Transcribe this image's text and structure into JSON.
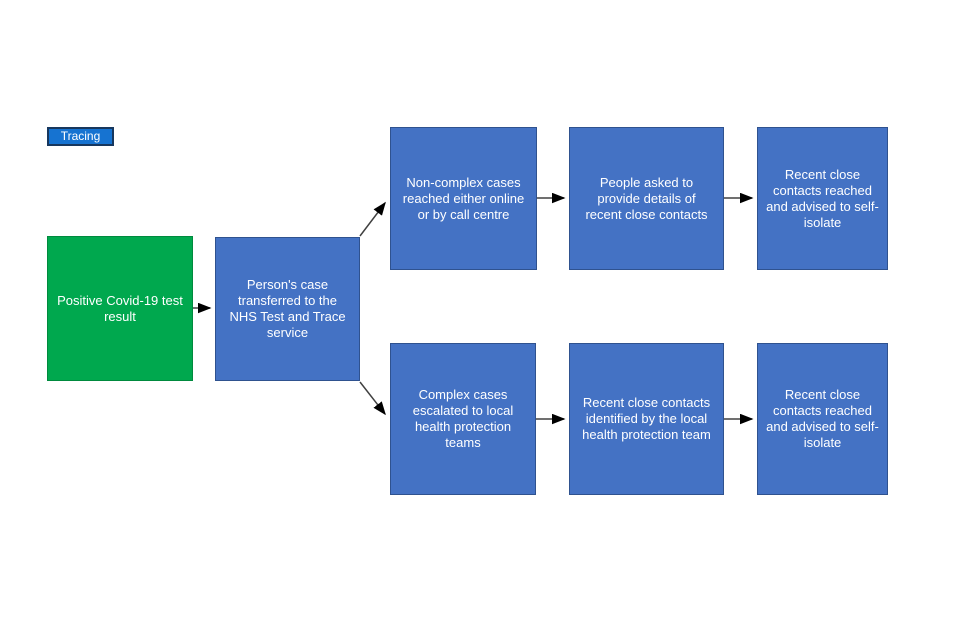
{
  "diagram": {
    "title_tag": {
      "text": "Tracing"
    },
    "colors": {
      "label_fill": "#1673d1",
      "label_border": "#17375e",
      "green_fill": "#00a84e",
      "green_border": "#008a3e",
      "blue_fill": "#4472c4",
      "blue_border": "#2f528f",
      "arrow": "#404040",
      "arrowhead": "#000000"
    },
    "nodes": [
      {
        "id": "positive-test",
        "color": "green",
        "text": "Positive Covid-19 test result"
      },
      {
        "id": "case-transferred",
        "color": "blue",
        "text": "Person's case transferred to the NHS Test and Trace service"
      },
      {
        "id": "non-complex-cases",
        "color": "blue",
        "text": "Non-complex cases reached either online or by call centre"
      },
      {
        "id": "provide-details",
        "color": "blue",
        "text": "People asked to provide details of recent close contacts"
      },
      {
        "id": "self-isolate-top",
        "color": "blue",
        "text": "Recent close contacts reached and advised to self-isolate"
      },
      {
        "id": "complex-cases",
        "color": "blue",
        "text": "Complex cases escalated to local health protection teams"
      },
      {
        "id": "contacts-identified",
        "color": "blue",
        "text": "Recent close contacts identified by the local health protection team"
      },
      {
        "id": "self-isolate-bottom",
        "color": "blue",
        "text": "Recent close contacts reached and advised to self-isolate"
      }
    ],
    "edges": [
      {
        "from": "positive-test",
        "to": "case-transferred"
      },
      {
        "from": "case-transferred",
        "to": "non-complex-cases"
      },
      {
        "from": "case-transferred",
        "to": "complex-cases"
      },
      {
        "from": "non-complex-cases",
        "to": "provide-details"
      },
      {
        "from": "provide-details",
        "to": "self-isolate-top"
      },
      {
        "from": "complex-cases",
        "to": "contacts-identified"
      },
      {
        "from": "contacts-identified",
        "to": "self-isolate-bottom"
      }
    ]
  }
}
